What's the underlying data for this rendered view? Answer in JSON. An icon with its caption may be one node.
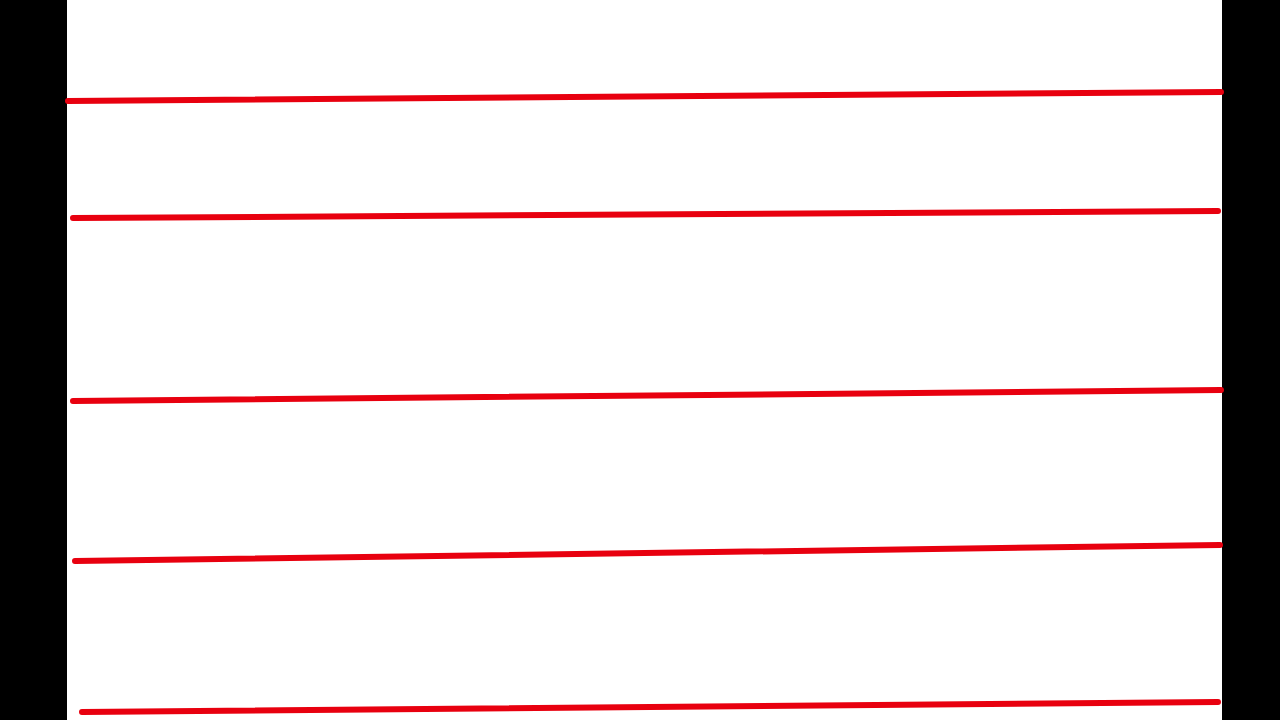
{
  "diagram": {
    "nodes": [
      {
        "text": [],
        "shape": "bar"
      },
      {
        "text": [],
        "shape": "bar"
      },
      {
        "text": [],
        "shape": "bar"
      },
      {
        "text": [],
        "shape": "bar"
      },
      {
        "text": [],
        "shape": "bar"
      }
    ]
  }
}
